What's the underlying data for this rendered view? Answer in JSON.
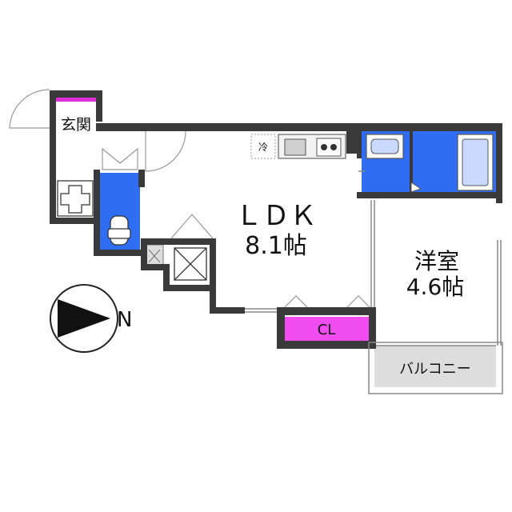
{
  "rooms": {
    "entrance": "玄関",
    "ldk": {
      "name": "ＬＤＫ",
      "size": "8.1帖"
    },
    "western": {
      "name": "洋室",
      "size": "4.6帖"
    },
    "closet": "CL",
    "balcony": "バルコニー"
  },
  "fixtures": {
    "fridge": "冷"
  },
  "compass": {
    "label": "N"
  },
  "colors": {
    "wall": "#3a3a3a",
    "wet_area": "#2f6df2",
    "closet": "#f04cf0",
    "balcony": "#dddddd",
    "entrance_strip": "#e02fd8"
  }
}
